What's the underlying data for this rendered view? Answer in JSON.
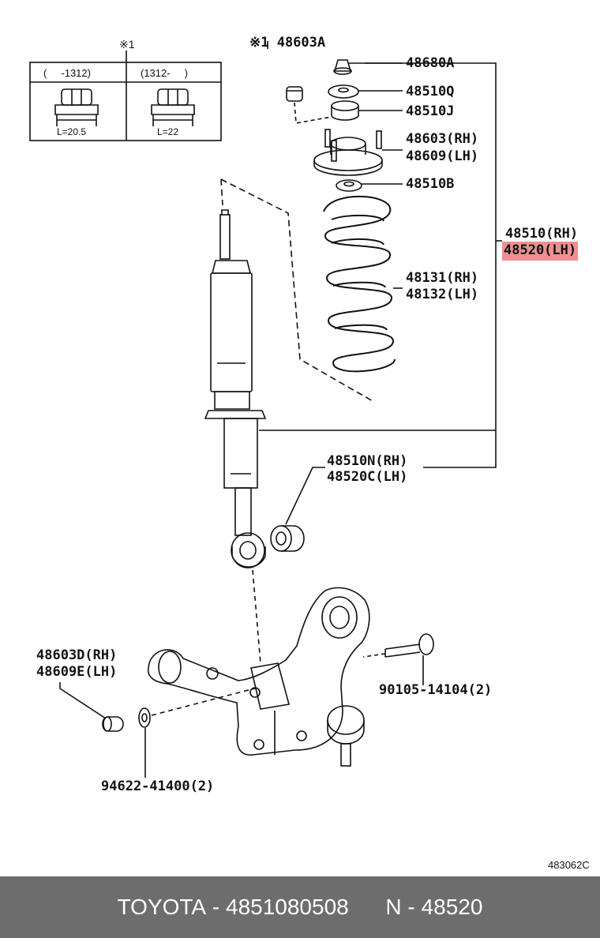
{
  "footer": {
    "brand": "TOYOTA",
    "sep1": " - ",
    "part_number": "4851080508",
    "gap": "      ",
    "ref_prefix": "N",
    "sep2": " - ",
    "ref_code": "48520"
  },
  "diagram_code": "483062C",
  "inset": {
    "note_mark": "※1",
    "col1_header": "(     -1312)",
    "col2_header": "(1312-     )",
    "col1_length": "L=20.5",
    "col2_length": "L=22"
  },
  "labels": {
    "p48603A": "※1 48603A",
    "p48680A": "48680A",
    "p48510Q": "48510Q",
    "p48510J": "48510J",
    "p48603RH": "48603(RH)",
    "p48609LH": "48609(LH)",
    "p48510B": "48510B",
    "p48510RH": "48510(RH)",
    "p48520LH": "48520(LH)",
    "p48131RH": "48131(RH)",
    "p48132LH": "48132(LH)",
    "p48510NRH": "48510N(RH)",
    "p48520CLH": "48520C(LH)",
    "p48603DRH": "48603D(RH)",
    "p48609ELH": "48609E(LH)",
    "p90105": "90105-14104(2)",
    "p94622": "94622-41400(2)"
  },
  "highlight_color": "#ef8f8f",
  "footer_bg": "#6d6d6d"
}
